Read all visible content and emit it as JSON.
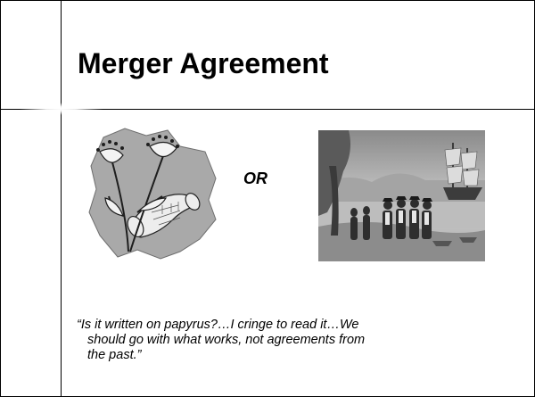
{
  "slide": {
    "title": "Merger Agreement",
    "or_label": "OR",
    "quote_lines": [
      "“Is it written on papyrus?…I cringe to read it…We",
      "should go with what works, not agreements from",
      "the past.”"
    ]
  },
  "images": {
    "left": "papyrus-scroll-with-flowers clipart",
    "right": "colonial-settlers-meeting clipart"
  },
  "colors": {
    "background": "#ffffff",
    "lines": "#000000",
    "clipart_gray": "#a6a6a6"
  }
}
